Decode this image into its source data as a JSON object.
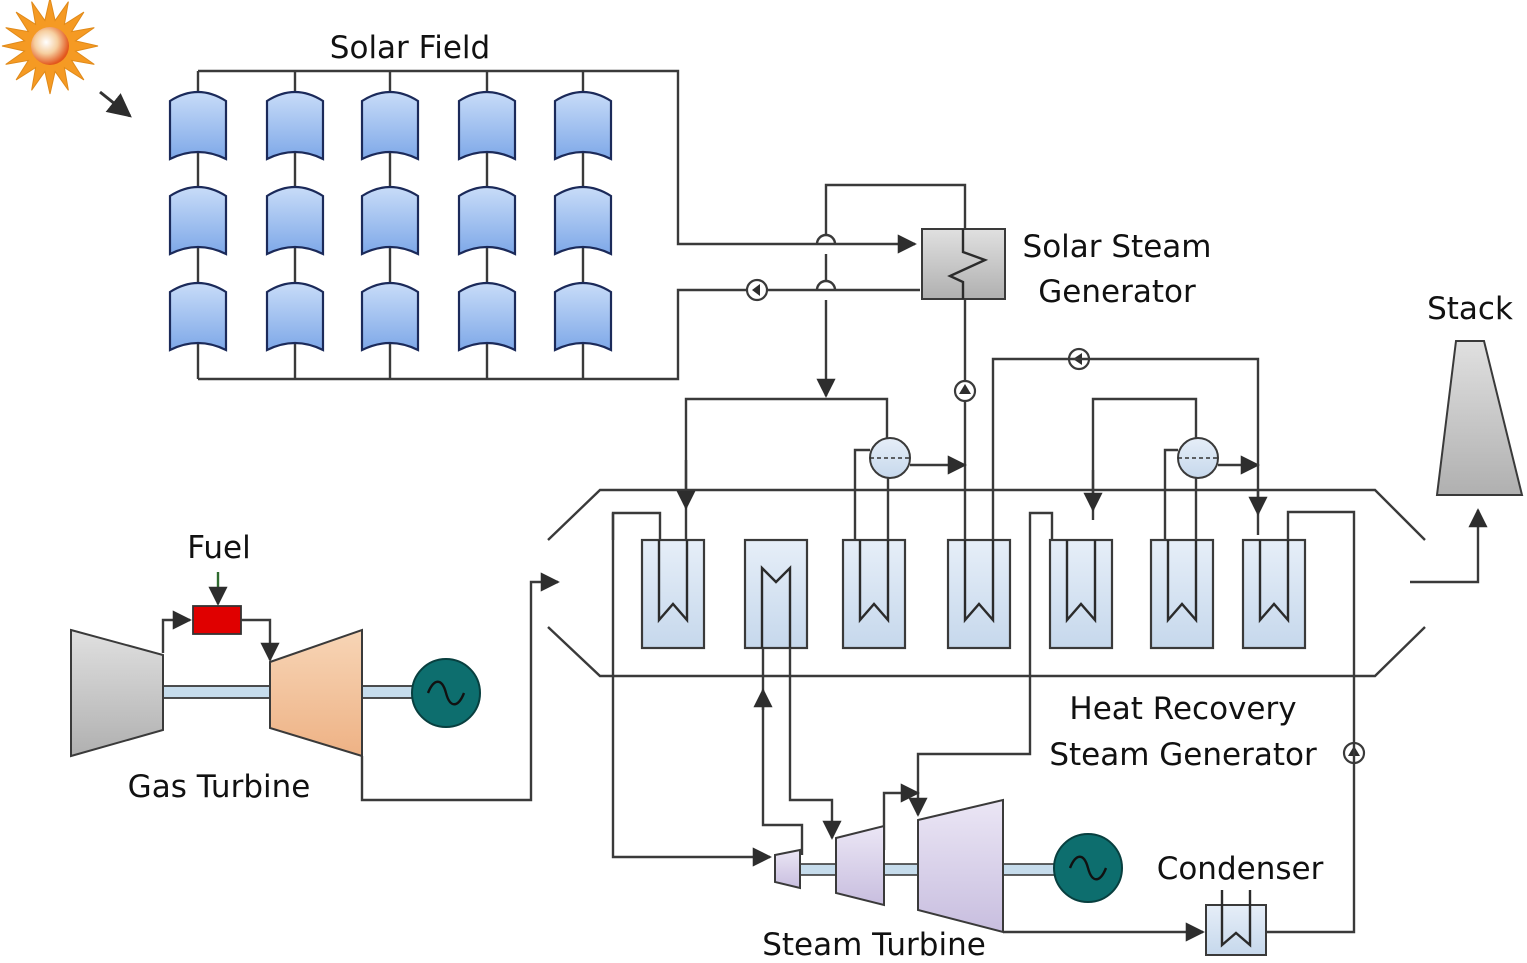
{
  "labels": {
    "solar_field": "Solar Field",
    "solar_steam_generator_line1": "Solar Steam",
    "solar_steam_generator_line2": "Generator",
    "stack": "Stack",
    "fuel": "Fuel",
    "gas_turbine": "Gas Turbine",
    "hrsg_line1": "Heat Recovery",
    "hrsg_line2": "Steam Generator",
    "condenser": "Condenser",
    "steam_turbine": "Steam Turbine"
  },
  "colors": {
    "collector": "#8fb4ee",
    "gas_compressor": "#c9c9c9",
    "gas_turbine": "#f2c39c",
    "generator": "#0d6e6e",
    "combustor": "#e00000",
    "steam_turbine": "#d6cfe8",
    "hx_fill": "#d3e2f1",
    "stack": "#c4c4c4",
    "sun": "#f59a23"
  },
  "components": {
    "collector_rows": 3,
    "collector_columns": 5,
    "hrsg_heat_exchangers": 7
  }
}
